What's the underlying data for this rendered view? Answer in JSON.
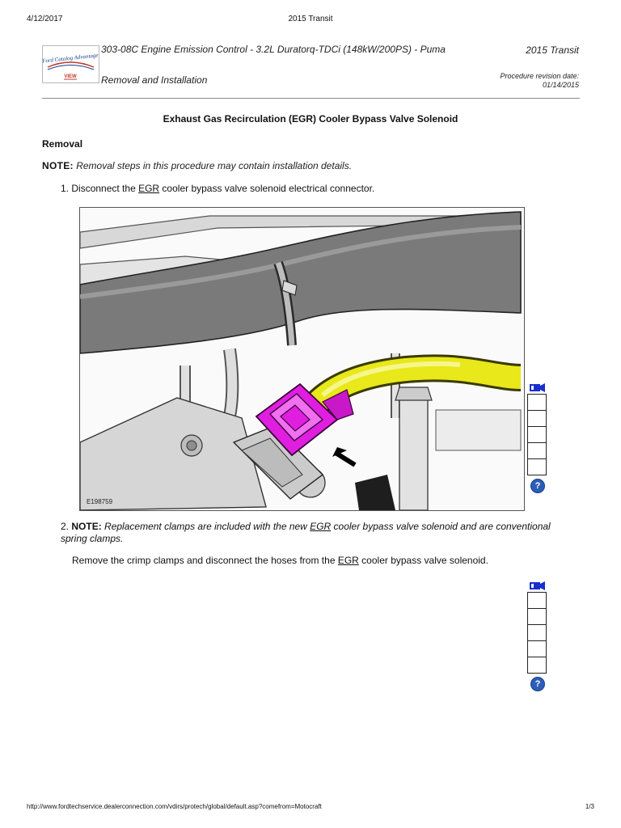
{
  "print_header": {
    "date": "4/12/2017",
    "title": "2015 Transit"
  },
  "logo": {
    "line1": "Ford Catalog Advantage",
    "line2": "VIEW"
  },
  "header": {
    "procedure": "303-08C Engine Emission Control - 3.2L Duratorq-TDCi (148kW/200PS) - Puma",
    "subtitle": "Removal and Installation",
    "model": "2015 Transit",
    "revision_label": "Procedure revision date:",
    "revision_date": "01/14/2015"
  },
  "document": {
    "title": "Exhaust Gas Recirculation (EGR) Cooler Bypass Valve Solenoid",
    "section": "Removal",
    "note_label": "NOTE:",
    "note_text": "Removal steps in this procedure may contain installation details."
  },
  "steps": [
    {
      "number": "1.",
      "pre": "Disconnect the ",
      "abbr": "EGR",
      "post": " cooler bypass valve solenoid electrical connector.",
      "figure_id": "E198759"
    },
    {
      "number": "2.",
      "note_label": "NOTE:",
      "note_pre": "Replacement clamps are included with the new ",
      "note_abbr": "EGR",
      "note_post": " cooler bypass valve solenoid and are conventional spring clamps.",
      "pre": "Remove the crimp clamps and disconnect the hoses from the ",
      "abbr": "EGR",
      "post": " cooler bypass valve solenoid."
    }
  ],
  "toolbar": {
    "camera_icon": "video-camera-icon",
    "help_icon": "help-icon",
    "help_glyph": "?"
  },
  "colors": {
    "hose": "#e8e81a",
    "connector": "#e01ee0",
    "help": "#2c5eb8"
  },
  "footer": {
    "url": "http://www.fordtechservice.dealerconnection.com/vdirs/protech/global/default.asp?comefrom=Motocraft",
    "page": "1/3"
  }
}
